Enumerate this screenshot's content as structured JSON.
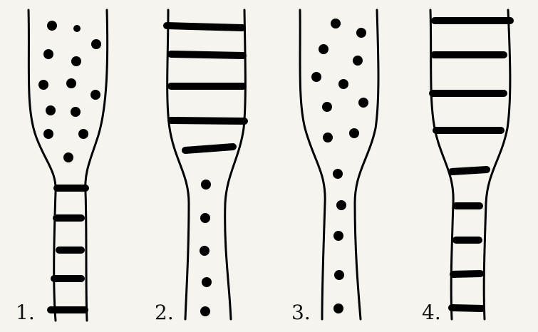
{
  "panels": [
    {
      "number": "1.",
      "top_contents": "dots",
      "bottom_contents": "bars"
    },
    {
      "number": "2.",
      "top_contents": "bars",
      "bottom_contents": "dots"
    },
    {
      "number": "3.",
      "top_contents": "dots",
      "bottom_contents": "dots"
    },
    {
      "number": "4.",
      "top_contents": "bars",
      "bottom_contents": "bars"
    }
  ],
  "colors": {
    "background": "#f5f4ef",
    "ink": "#000000"
  }
}
